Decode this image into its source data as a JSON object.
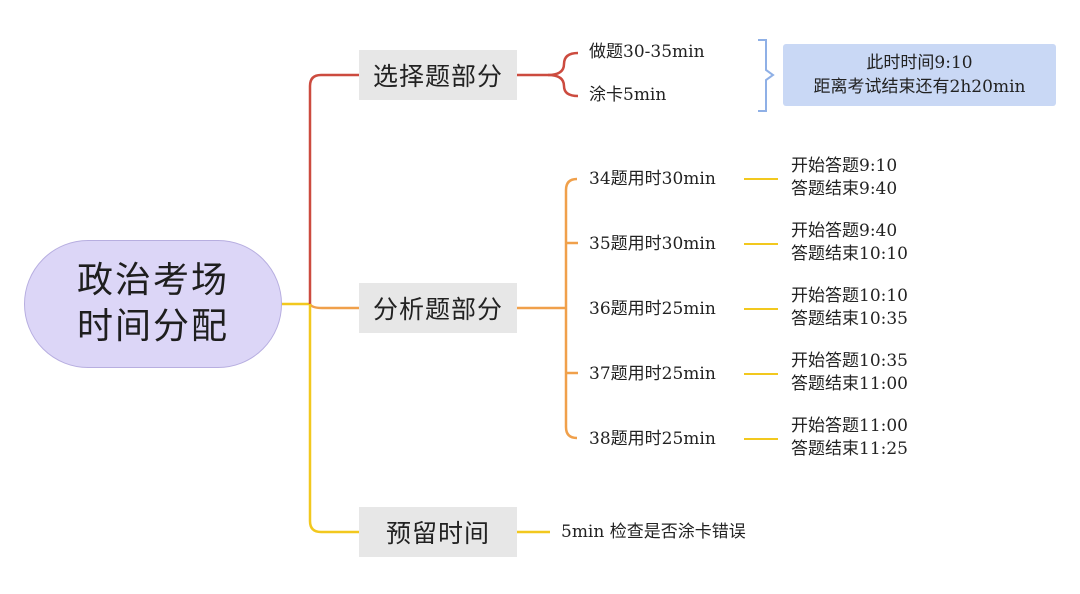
{
  "root": {
    "line1": "政治考场",
    "line2": "时间分配"
  },
  "branches": {
    "choice": {
      "label": "选择题部分",
      "items": [
        "做题30-35min",
        "涂卡5min"
      ],
      "note": {
        "line1": "此时时间9:10",
        "line2": "距离考试结束还有2h20min"
      }
    },
    "analysis": {
      "label": "分析题部分",
      "items": [
        {
          "label": "34题用时30min",
          "start": "开始答题9:10",
          "end": "答题结束9:40"
        },
        {
          "label": "35题用时30min",
          "start": "开始答题9:40",
          "end": "答题结束10:10"
        },
        {
          "label": "36题用时25min",
          "start": "开始答题10:10",
          "end": "答题结束10:35"
        },
        {
          "label": "37题用时25min",
          "start": "开始答题10:35",
          "end": "答题结束11:00"
        },
        {
          "label": "38题用时25min",
          "start": "开始答题11:00",
          "end": "答题结束11:25"
        }
      ]
    },
    "reserve": {
      "label": "预留时间",
      "item": "5min 检查是否涂卡错误"
    }
  },
  "colors": {
    "root_fill": "#dcd6f7",
    "choice_line": "#cc4b3f",
    "analysis_line": "#f0a04b",
    "reserve_line": "#f2c81e",
    "note_fill": "#c9d8f5",
    "bracket": "#8fb0e6"
  }
}
